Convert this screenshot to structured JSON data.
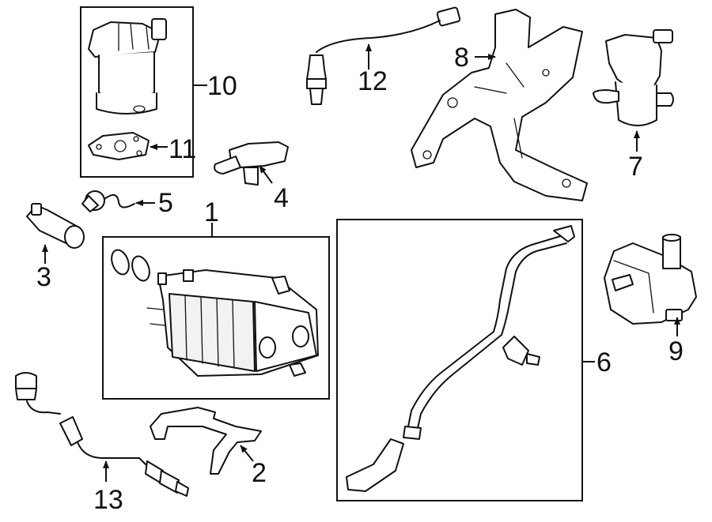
{
  "callouts": {
    "c1": "1",
    "c2": "2",
    "c3": "3",
    "c4": "4",
    "c5": "5",
    "c6": "6",
    "c7": "7",
    "c8": "8",
    "c9": "9",
    "c10": "10",
    "c11": "11",
    "c12": "12",
    "c13": "13"
  },
  "parts": [
    {
      "callout": "1",
      "icon": "vapor-canister-icon"
    },
    {
      "callout": "2",
      "icon": "canister-bracket-icon"
    },
    {
      "callout": "3",
      "icon": "vent-valve-icon"
    },
    {
      "callout": "4",
      "icon": "pressure-sensor-icon"
    },
    {
      "callout": "5",
      "icon": "connector-pigtail-icon"
    },
    {
      "callout": "6",
      "icon": "vapor-hose-icon"
    },
    {
      "callout": "7",
      "icon": "purge-solenoid-icon"
    },
    {
      "callout": "8",
      "icon": "mounting-bracket-icon"
    },
    {
      "callout": "9",
      "icon": "leak-detection-pump-icon"
    },
    {
      "callout": "10",
      "icon": "egr-valve-icon"
    },
    {
      "callout": "11",
      "icon": "gasket-icon"
    },
    {
      "callout": "12",
      "icon": "oxygen-sensor-icon"
    },
    {
      "callout": "13",
      "icon": "oxygen-sensor-icon"
    }
  ],
  "colors": {
    "line": "#111111",
    "background": "#ffffff"
  }
}
